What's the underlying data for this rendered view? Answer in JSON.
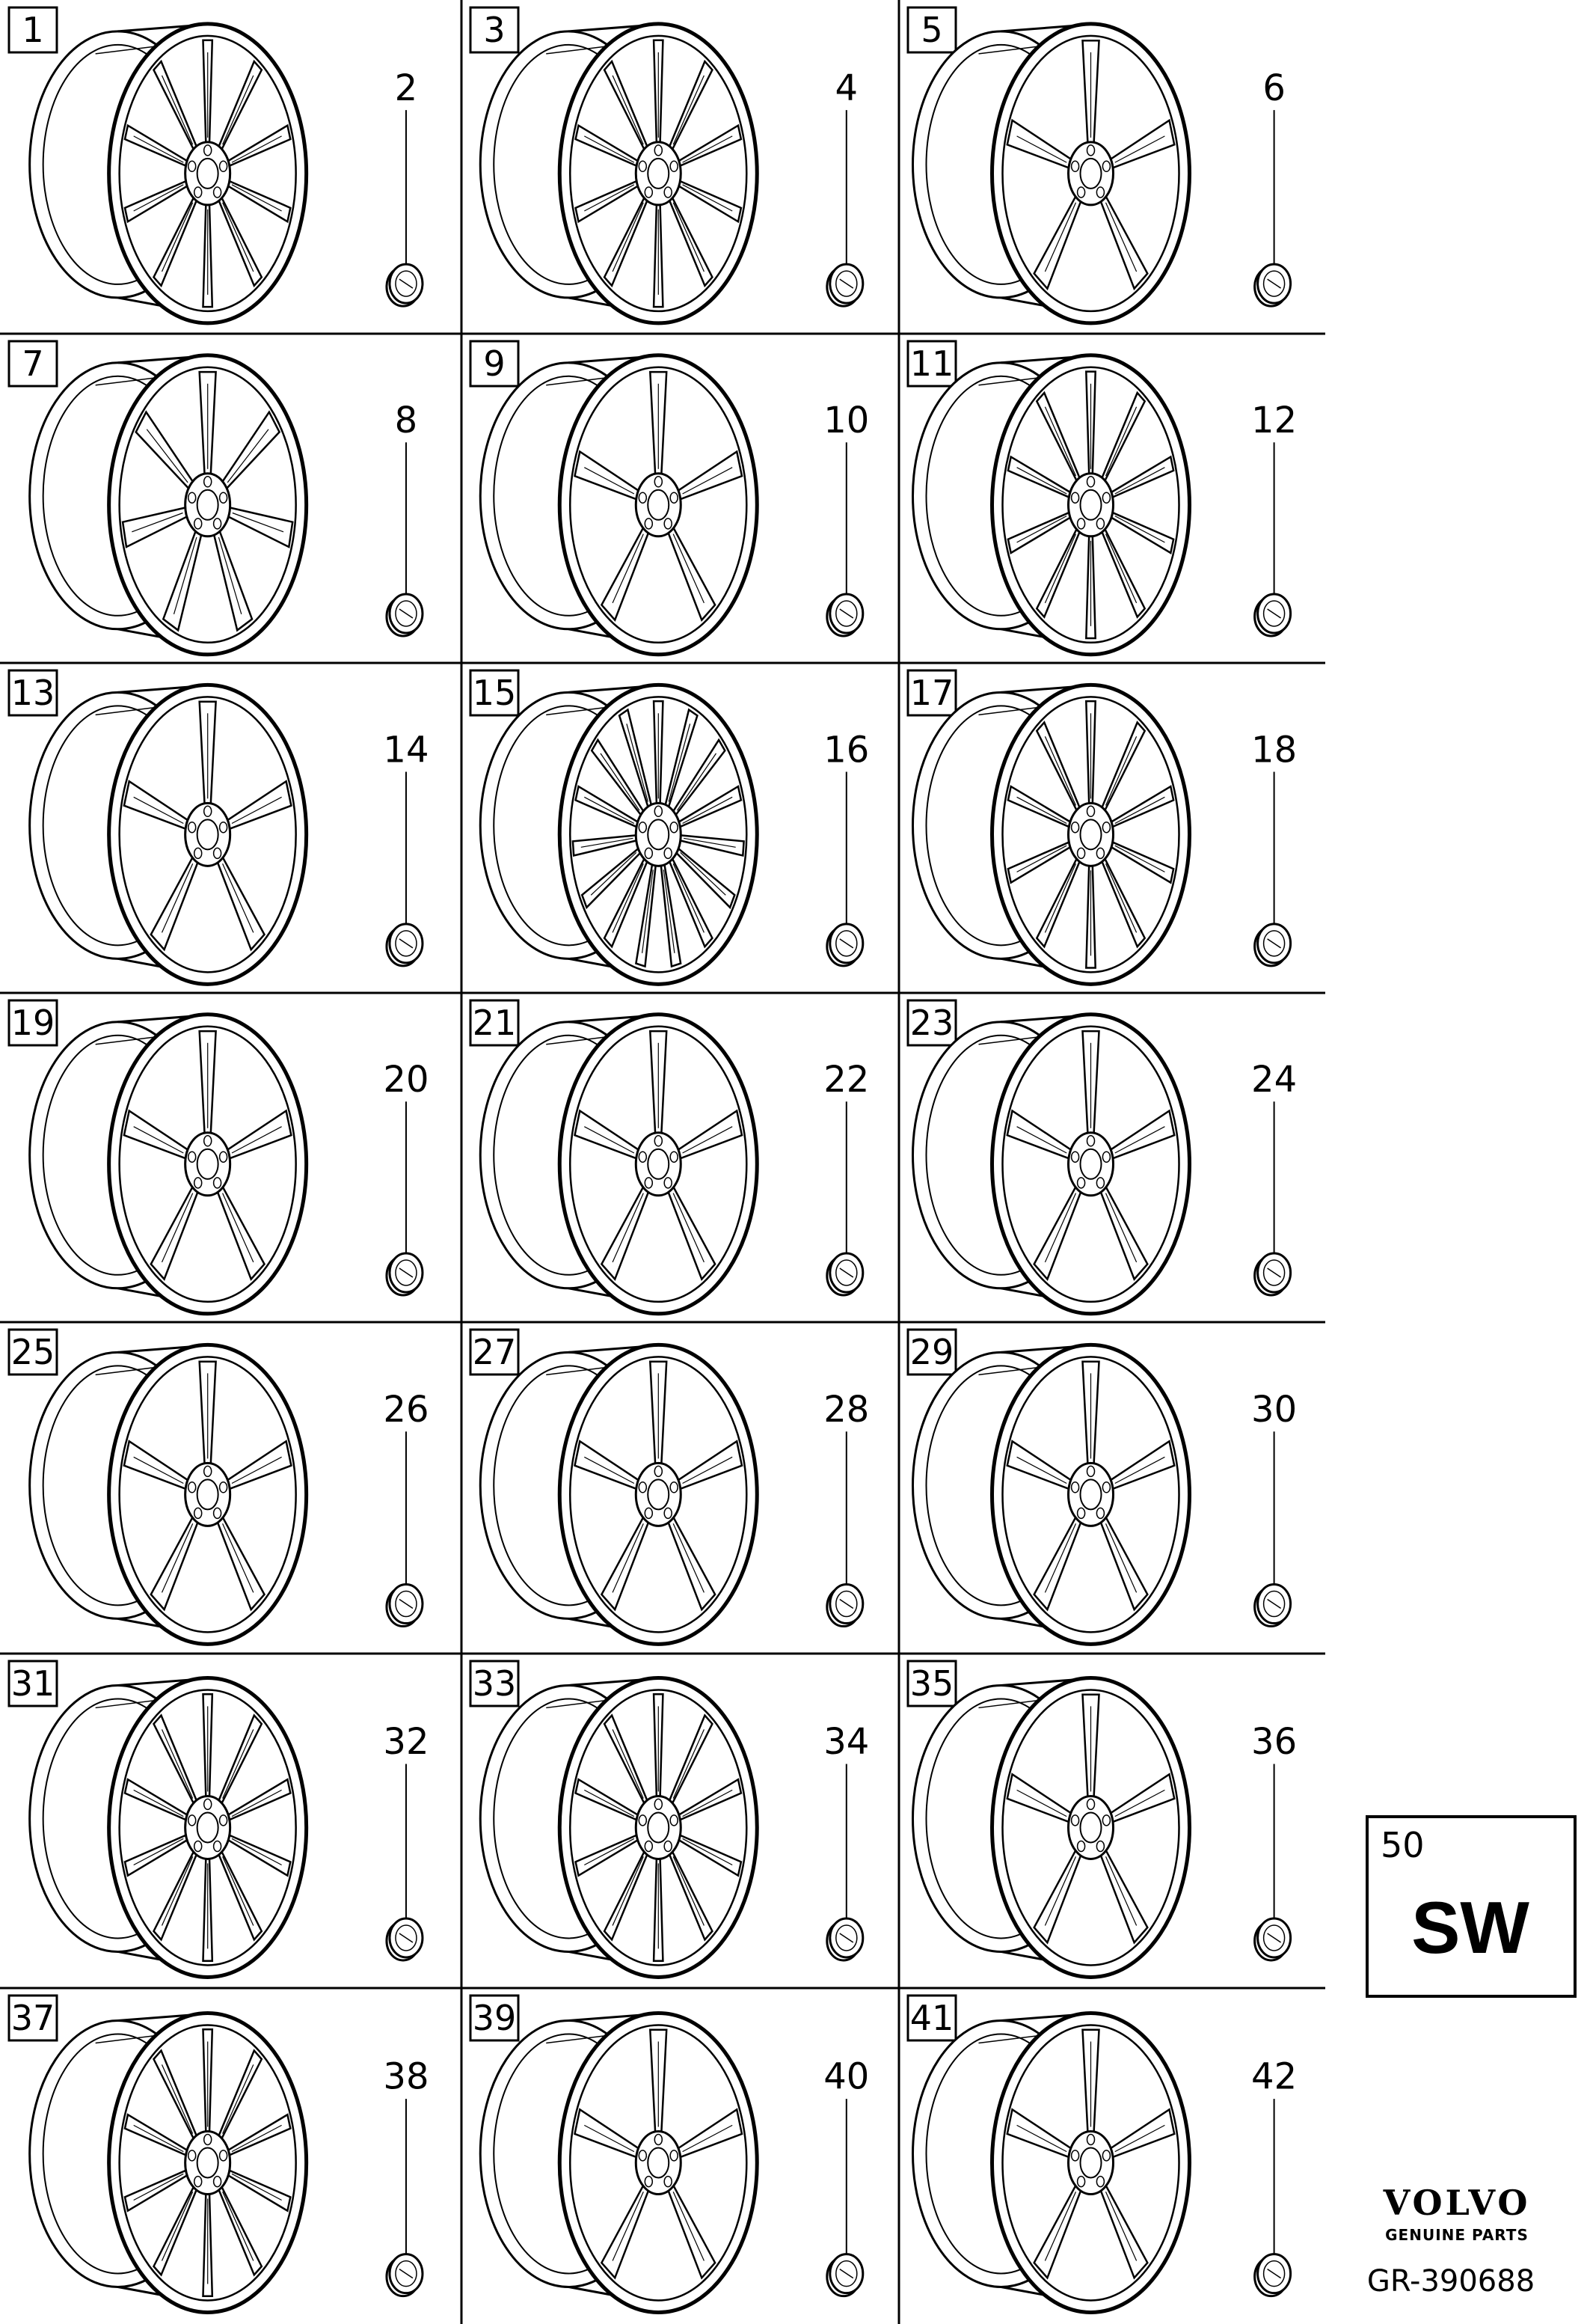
{
  "diagram": {
    "cells": [
      {
        "index": "1",
        "callout": "2"
      },
      {
        "index": "3",
        "callout": "4"
      },
      {
        "index": "5",
        "callout": "6"
      },
      {
        "index": "7",
        "callout": "8"
      },
      {
        "index": "9",
        "callout": "10"
      },
      {
        "index": "11",
        "callout": "12"
      },
      {
        "index": "13",
        "callout": "14"
      },
      {
        "index": "15",
        "callout": "16"
      },
      {
        "index": "17",
        "callout": "18"
      },
      {
        "index": "19",
        "callout": "20"
      },
      {
        "index": "21",
        "callout": "22"
      },
      {
        "index": "23",
        "callout": "24"
      },
      {
        "index": "25",
        "callout": "26"
      },
      {
        "index": "27",
        "callout": "28"
      },
      {
        "index": "29",
        "callout": "30"
      },
      {
        "index": "31",
        "callout": "32"
      },
      {
        "index": "33",
        "callout": "34"
      },
      {
        "index": "35",
        "callout": "36"
      },
      {
        "index": "37",
        "callout": "38"
      },
      {
        "index": "39",
        "callout": "40"
      },
      {
        "index": "41",
        "callout": "42"
      }
    ],
    "spoke_counts": [
      10,
      10,
      5,
      7,
      5,
      10,
      5,
      15,
      10,
      5,
      5,
      5,
      5,
      5,
      5,
      10,
      10,
      5,
      10,
      5,
      5
    ],
    "sw_box": {
      "number": "50",
      "label": "SW"
    },
    "brand": {
      "name": "VOLVO",
      "tagline": "GENUINE PARTS"
    },
    "reference": "GR-390688",
    "line_color": "#000000",
    "background": "#ffffff"
  }
}
